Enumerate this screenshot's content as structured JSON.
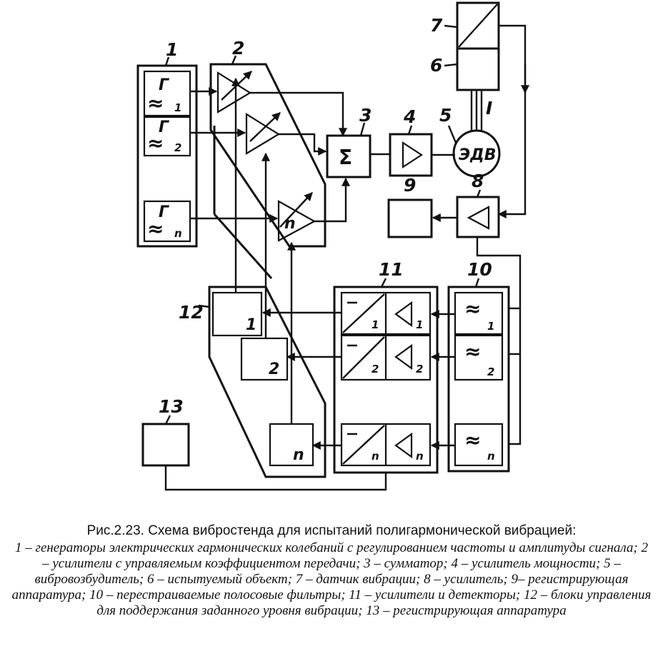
{
  "diagram": {
    "labels": {
      "n1": "1",
      "n2": "2",
      "n3": "3",
      "n4": "4",
      "n5": "5",
      "n6": "6",
      "n7": "7",
      "n8": "8",
      "n9": "9",
      "n10": "10",
      "n11": "11",
      "n12": "12",
      "n13": "13",
      "roman_one": "I"
    },
    "generators": {
      "g_letter": "Г",
      "approx": "≈",
      "g1_sub": "1",
      "g2_sub": "2",
      "gn_sub": "n"
    },
    "amplifier_n_label": "n",
    "summator_symbol": "Σ",
    "exciter_label": "ЭДВ",
    "detectors": {
      "d1": "1",
      "d2": "2",
      "dn": "n"
    },
    "filters": {
      "f1": "1",
      "f2": "2",
      "fn": "n"
    },
    "control_blocks": {
      "c1": "1",
      "c2": "2",
      "cn": "n"
    }
  },
  "caption": {
    "title": "Рис.2.23.  Схема вибростенда для испытаний полигармонической вибрацией:",
    "body": "1 – генераторы электрических гармонических колебаний с регулированием частоты и амплитуды сигнала; 2 – усилители с управляемым коэффициентом передачи; 3 – сумматор; 4 – усилитель мощности; 5 – вибровозбудитель; 6 – испытуемый объект; 7 – датчик вибрации; 8 – усилитель; 9– регистрирующая аппаратура;  10 – перестраиваемые полосовые фильтры; 11 – усилители и детекторы; 12 – блоки управления для поддержания заданного уровня вибрации; 13 – регистрирующая аппаратура"
  }
}
